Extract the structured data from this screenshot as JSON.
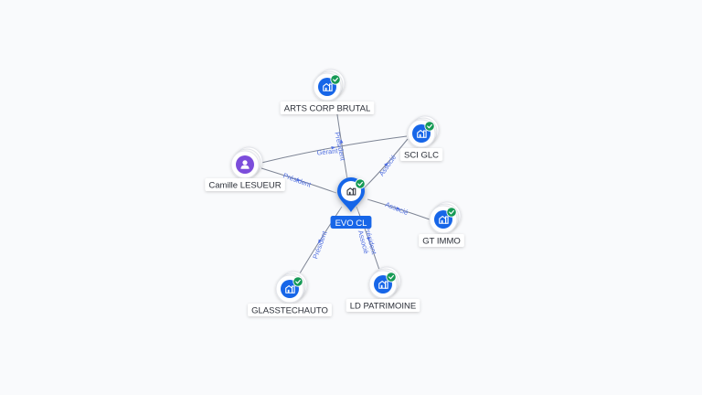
{
  "center": {
    "label": "EVO CL",
    "type": "company",
    "verified": true
  },
  "nodes": [
    {
      "id": "arts",
      "label": "ARTS CORP BRUTAL",
      "type": "company",
      "verified": true
    },
    {
      "id": "sci",
      "label": "SCI GLC",
      "type": "company",
      "verified": true
    },
    {
      "id": "camille",
      "label": "Camille LESUEUR",
      "type": "person",
      "verified": false
    },
    {
      "id": "gt",
      "label": "GT IMMO",
      "type": "company",
      "verified": true
    },
    {
      "id": "glass",
      "label": "GLASSTECHAUTO",
      "type": "company",
      "verified": true
    },
    {
      "id": "ld",
      "label": "LD PATRIMOINE",
      "type": "company",
      "verified": true
    }
  ],
  "edges": [
    {
      "from": "camille",
      "to": "sci",
      "label": "Gérant"
    },
    {
      "from": "camille",
      "to": "center",
      "label": "Président"
    },
    {
      "from": "center",
      "to": "arts",
      "label": "Président"
    },
    {
      "from": "center",
      "to": "sci",
      "label": "Associé"
    },
    {
      "from": "center",
      "to": "gt",
      "label": "Associé"
    },
    {
      "from": "center",
      "to": "glass",
      "label": "Président"
    },
    {
      "from": "center",
      "to": "ld",
      "label": "Président\nAssocié"
    }
  ],
  "colors": {
    "edge": "#7d8494",
    "edge_label": "#4f6ee0",
    "company_icon": "#1766e8",
    "person_icon": "#7c4ddb",
    "verified_badge": "#169a55",
    "center_label_bg": "#1766e8"
  },
  "icons": {
    "company": "building-icon",
    "person": "person-icon",
    "verified": "check-badge-icon",
    "center": "map-pin-icon"
  }
}
